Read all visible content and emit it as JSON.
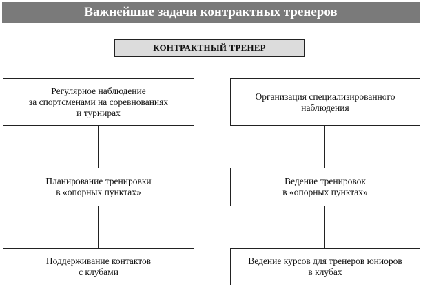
{
  "title": "Важнейшие задачи контрактных тренеров",
  "header": "КОНТРАКТНЫЙ ТРЕНЕР",
  "boxes": {
    "left_top": "Регулярное наблюдение\nза спортсменами на соревнованиях\nи турнирах",
    "right_top": "Организация специализированного\nнаблюдения",
    "left_mid": "Планирование тренировки\nв «опорных пунктах»",
    "right_mid": "Ведение тренировок\nв «опорных пунктах»",
    "left_bottom": "Поддерживание контактов\nс клубами",
    "right_bottom": "Ведение курсов для тренеров юниоров\nв клубах"
  }
}
